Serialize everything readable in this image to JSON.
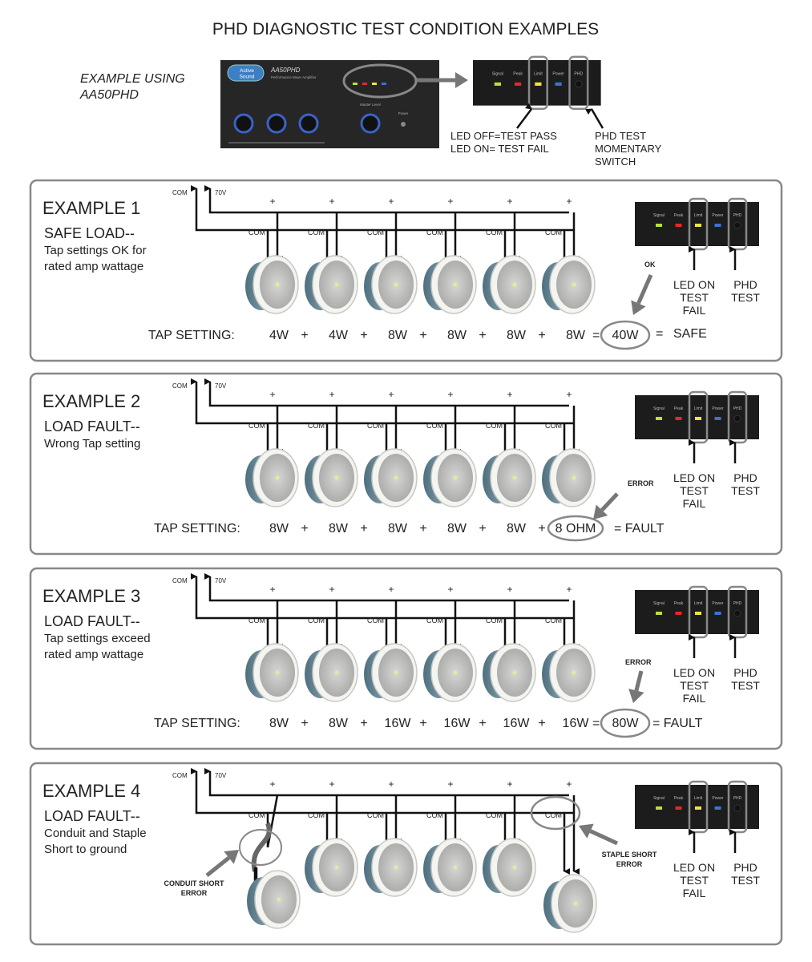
{
  "title": "PHD DIAGNOSTIC TEST CONDITION EXAMPLES",
  "intro": {
    "example_using": [
      "EXAMPLE USING",
      "AA50PHD"
    ],
    "amp": {
      "brand": [
        "Active",
        "Sound"
      ],
      "model": "AA50PHD",
      "subtitle": "Performance Mixer Amplifier",
      "master_label": "Master Level",
      "power_label": "Power"
    },
    "led_off_note": [
      "LED OFF=TEST PASS",
      "LED ON= TEST FAIL"
    ],
    "switch_note": [
      "PHD TEST",
      "MOMENTARY",
      "SWITCH"
    ]
  },
  "led_panel": {
    "leds": [
      {
        "label": "Signal",
        "color": "#b8e03c"
      },
      {
        "label": "Peak",
        "color": "#e8262a"
      },
      {
        "label": "Limit",
        "color": "#f2e33c"
      },
      {
        "label": "Power",
        "color": "#3f6fd8"
      },
      {
        "label": "PHD",
        "color": ""
      }
    ],
    "led_on_label": [
      "LED ON",
      "TEST",
      "FAIL"
    ],
    "phd_label": [
      "PHD",
      "TEST"
    ]
  },
  "wiring": {
    "com": "COM",
    "v70": "70V",
    "plus": "+"
  },
  "tap_label": "TAP SETTING:",
  "examples": [
    {
      "heading": "EXAMPLE 1",
      "subtitle": "SAFE LOAD--",
      "desc": [
        "Tap settings OK for",
        "rated amp wattage"
      ],
      "taps": [
        "4W",
        "4W",
        "8W",
        "8W",
        "8W",
        "8W"
      ],
      "result": "40W",
      "verdict": "SAFE",
      "note": "OK"
    },
    {
      "heading": "EXAMPLE 2",
      "subtitle": "LOAD FAULT--",
      "desc": [
        "Wrong Tap setting"
      ],
      "taps": [
        "8W",
        "8W",
        "8W",
        "8W",
        "8W",
        "8 OHM"
      ],
      "result": "",
      "verdict": "= FAULT",
      "note": "ERROR"
    },
    {
      "heading": "EXAMPLE 3",
      "subtitle": "LOAD FAULT--",
      "desc": [
        "Tap settings exceed",
        "rated amp wattage"
      ],
      "taps": [
        "8W",
        "8W",
        "16W",
        "16W",
        "16W",
        "16W"
      ],
      "result": "80W",
      "verdict": "= FAULT",
      "note": "ERROR"
    },
    {
      "heading": "EXAMPLE 4",
      "subtitle": "LOAD FAULT--",
      "desc": [
        "Conduit and Staple",
        "Short to ground"
      ],
      "taps": [],
      "result": "",
      "verdict": "",
      "note": "",
      "conduit_error": [
        "CONDUIT SHORT",
        "ERROR"
      ],
      "staple_error": [
        "STAPLE SHORT",
        "ERROR"
      ]
    }
  ]
}
